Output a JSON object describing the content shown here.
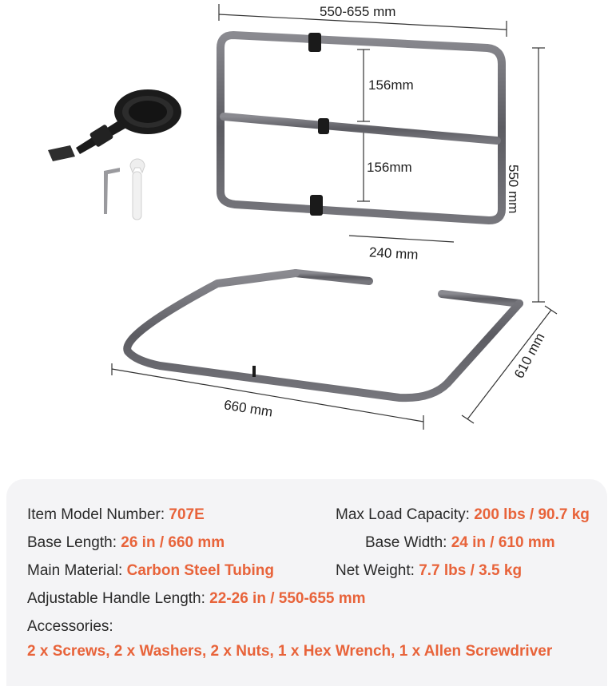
{
  "dimensions": {
    "top_width": "550-655 mm",
    "bar_gap_upper": "156mm",
    "bar_gap_lower": "156mm",
    "leg_spacing": "240 mm",
    "height": "550 mm",
    "base_depth": "610 mm",
    "base_length": "660 mm"
  },
  "specs": {
    "model_label": "Item Model Number: ",
    "model_value": "707E",
    "load_label": "Max Load Capacity: ",
    "load_value": "200 lbs / 90.7 kg",
    "base_length_label": "Base Length: ",
    "base_length_value": "26 in / 660 mm",
    "base_width_label": "Base Width: ",
    "base_width_value": "24 in / 610 mm",
    "material_label": "Main Material: ",
    "material_value": "Carbon Steel Tubing",
    "weight_label": "Net Weight: ",
    "weight_value": "7.7 lbs / 3.5 kg",
    "handle_label": "Adjustable Handle Length: ",
    "handle_value": "22-26 in / 550-655 mm",
    "accessories_label": "Accessories:",
    "accessories_value": "2 x Screws, 2 x Washers, 2 x Nuts, 1 x Hex Wrench, 1 x Allen Screwdriver"
  },
  "colors": {
    "accent": "#e8633a",
    "tube": "#6b6b70",
    "panel": "#f4f4f6"
  }
}
